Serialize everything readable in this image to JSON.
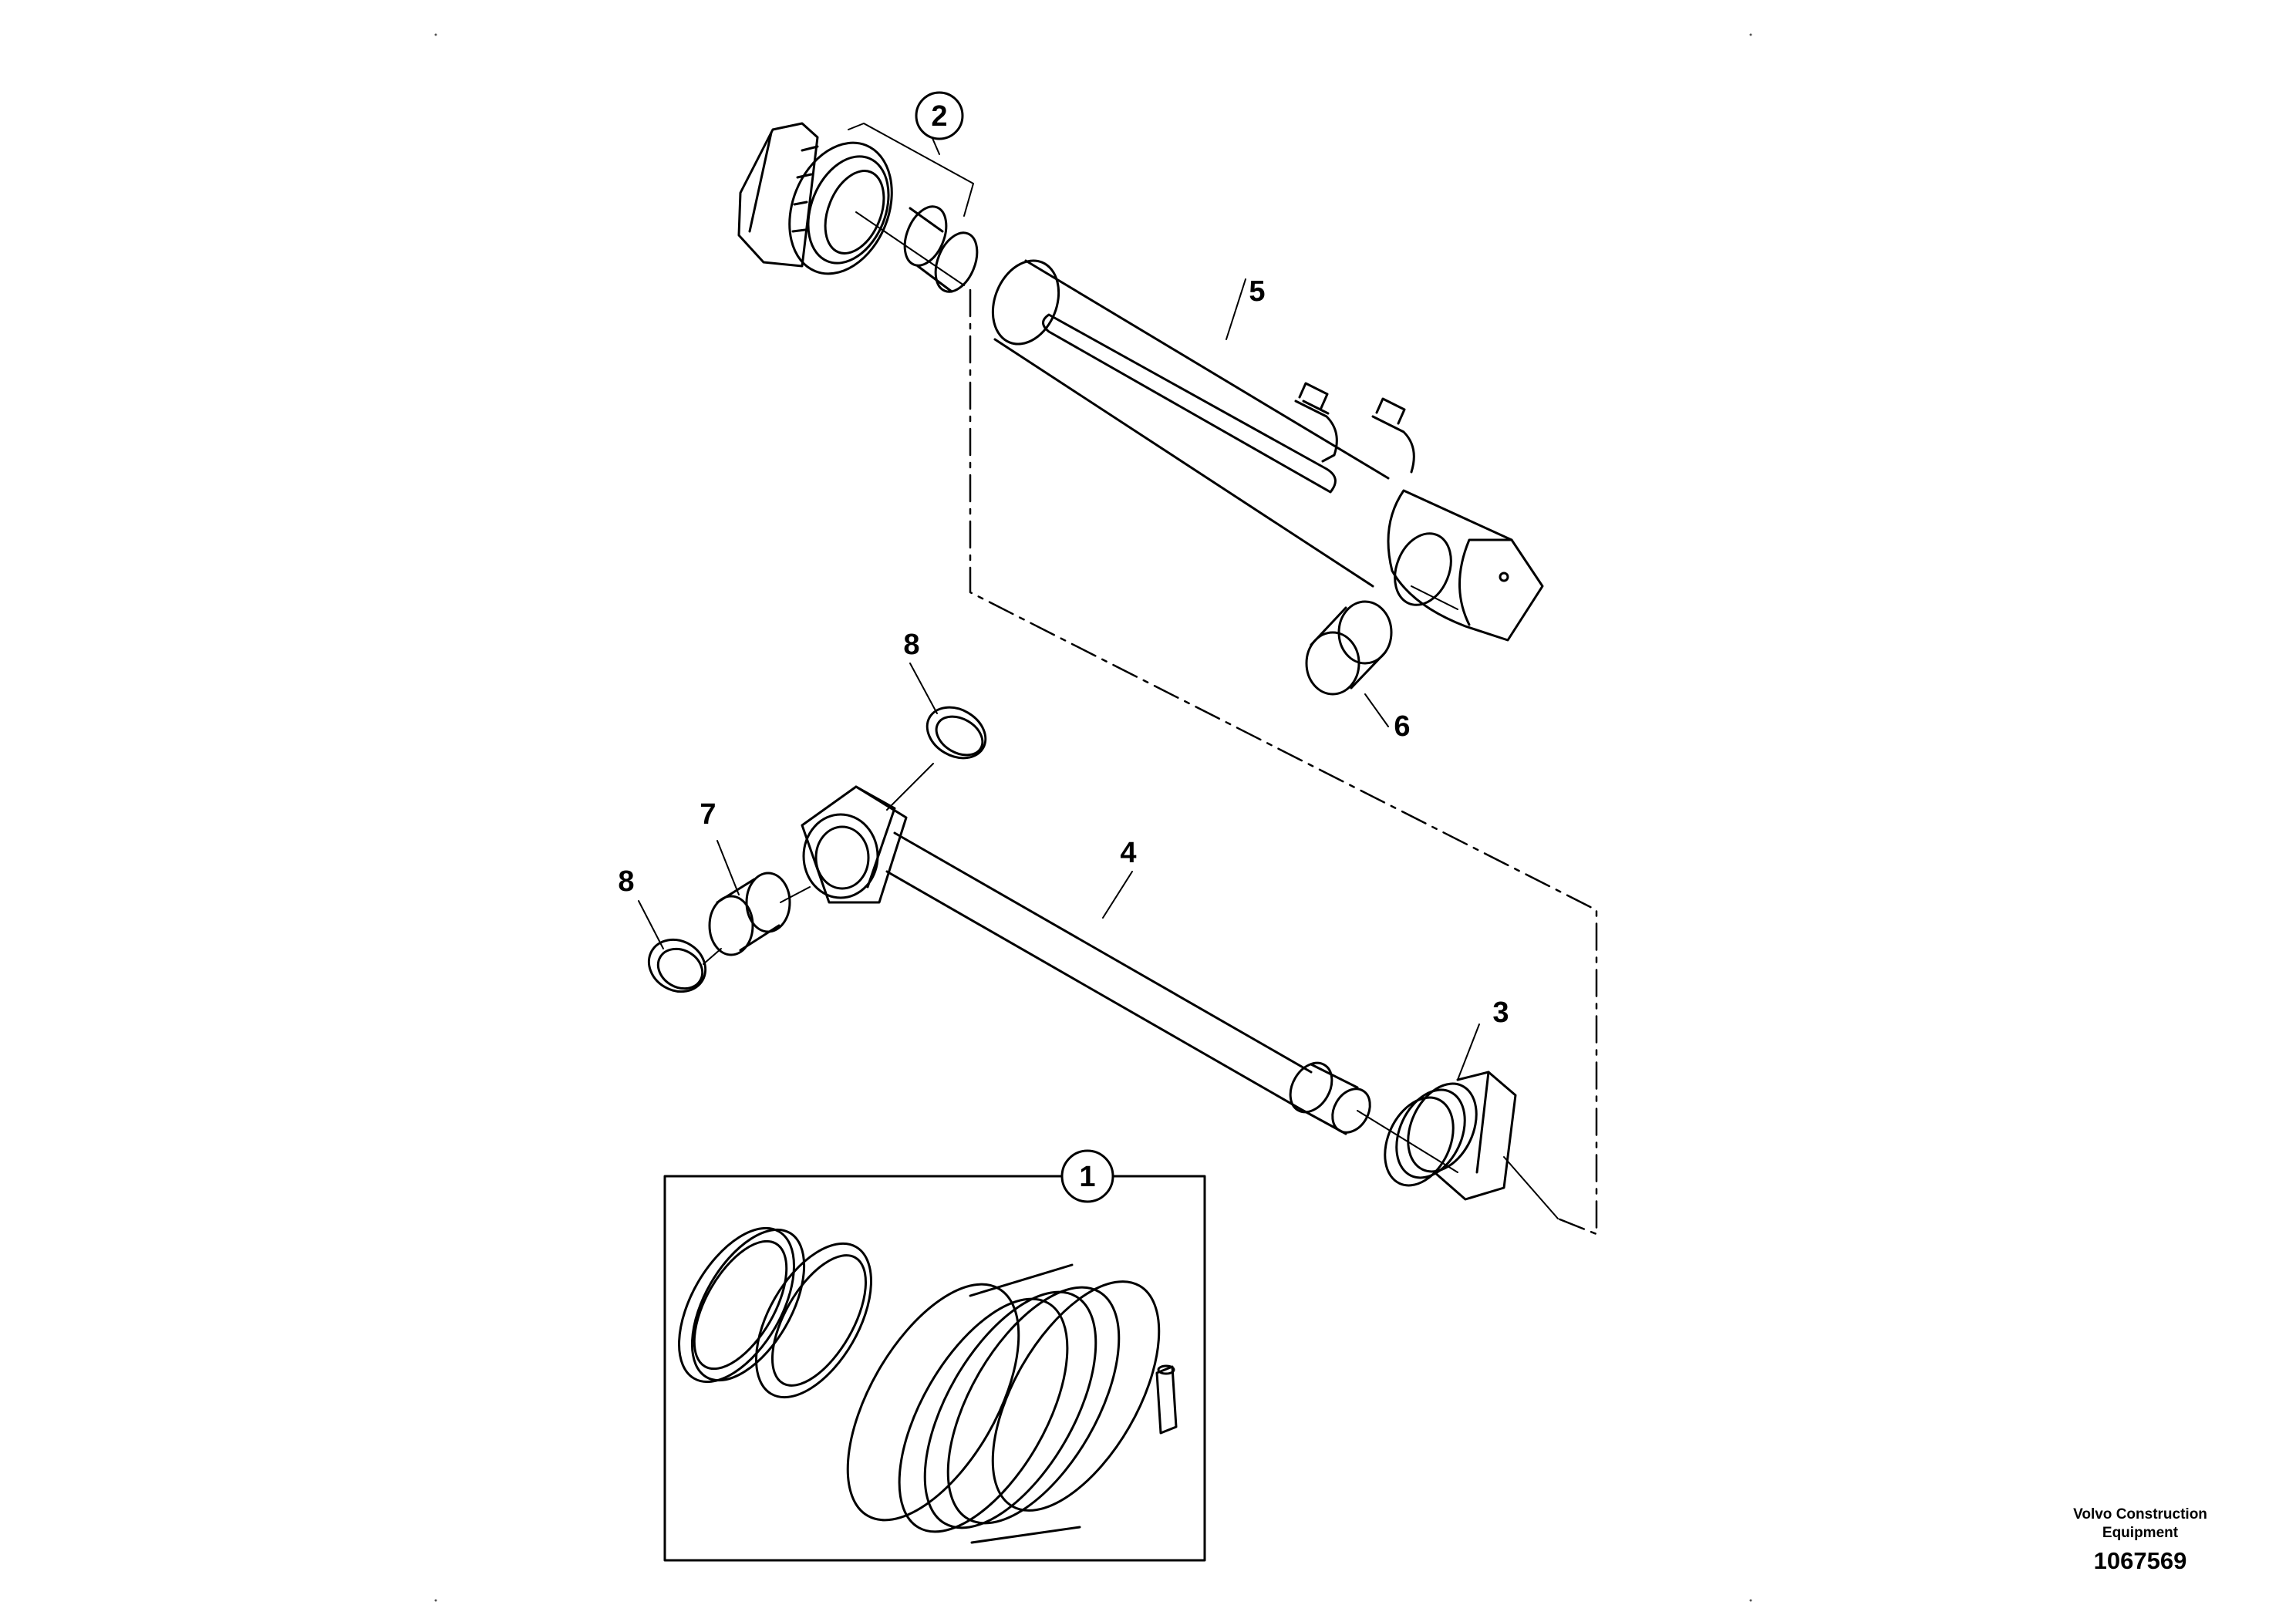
{
  "callouts": {
    "c1": "1",
    "c2": "2",
    "c3": "3",
    "c4": "4",
    "c5": "5",
    "c6": "6",
    "c7": "7",
    "c8a": "8",
    "c8b": "8"
  },
  "caption": {
    "company_line1": "Volvo Construction",
    "company_line2": "Equipment",
    "drawing_number": "1067569"
  },
  "colors": {
    "line": "#000000",
    "background": "#ffffff"
  }
}
